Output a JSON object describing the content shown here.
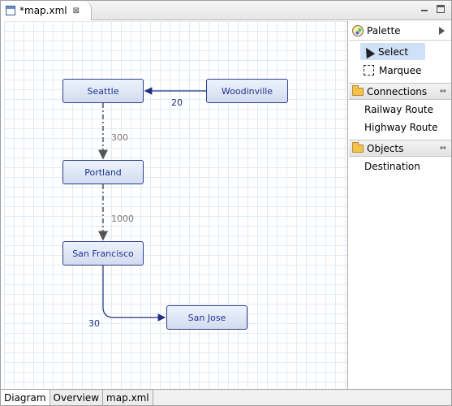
{
  "window": {
    "tab_title": "*map.xml",
    "close_glyph": "⊠"
  },
  "diagram": {
    "nodes": [
      "Seattle",
      "Woodinville",
      "Portland",
      "San Francisco",
      "San Jose"
    ],
    "edge_labels": [
      "20",
      "300",
      "1000",
      "30"
    ],
    "colors": {
      "railway_route": "#555555",
      "highway_route": "#1f2f80",
      "node_text": "#1f3390"
    }
  },
  "palette": {
    "title": "Palette",
    "tools": {
      "select": "Select",
      "marquee": "Marquee"
    },
    "drawers": [
      {
        "title": "Connections",
        "entries": [
          "Railway Route",
          "Highway Route"
        ]
      },
      {
        "title": "Objects",
        "entries": [
          "Destination"
        ]
      }
    ],
    "pin_glyph": "⇔"
  },
  "bottom_tabs": [
    "Diagram",
    "Overview",
    "map.xml"
  ]
}
